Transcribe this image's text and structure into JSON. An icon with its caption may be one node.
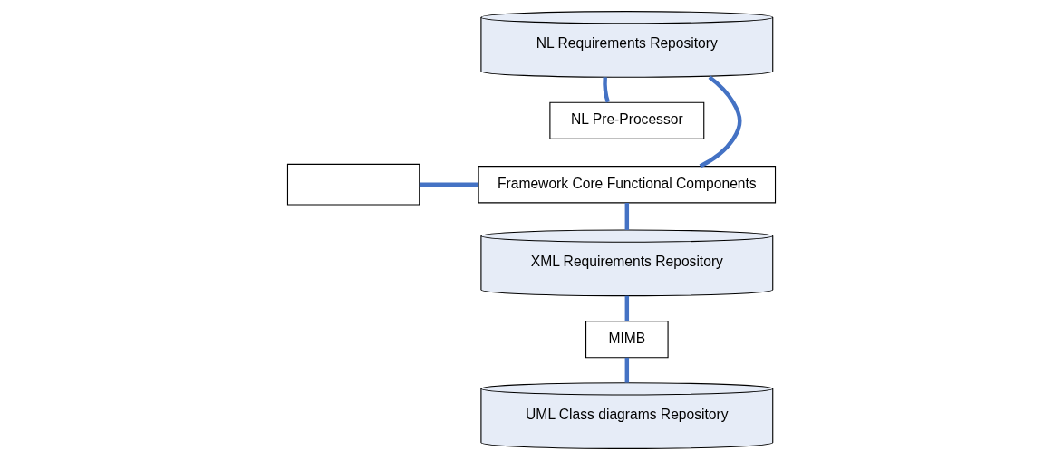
{
  "diagram": {
    "nodes": [
      {
        "text": [
          "NL Requirements Repository"
        ]
      },
      {
        "text": [
          "NL Pre-Processor"
        ]
      },
      {
        "text": [],
        "shape": "box"
      },
      {
        "text": [
          "Framework Core Functional Components"
        ]
      },
      {
        "text": [
          "XML Requirements Repository"
        ]
      },
      {
        "text": [
          "MIMB"
        ]
      },
      {
        "text": [
          "UML Class diagrams Repository"
        ]
      }
    ],
    "edges": [
      {
        "from": 0,
        "to": 1,
        "arrow": "none"
      },
      {
        "from": 0,
        "to": 3,
        "arrow": "none"
      },
      {
        "from": 2,
        "to": 3,
        "arrow": "none"
      },
      {
        "from": 3,
        "to": 4,
        "arrow": "none"
      },
      {
        "from": 4,
        "to": 5,
        "arrow": "none"
      },
      {
        "from": 5,
        "to": 6,
        "arrow": "none"
      }
    ]
  }
}
